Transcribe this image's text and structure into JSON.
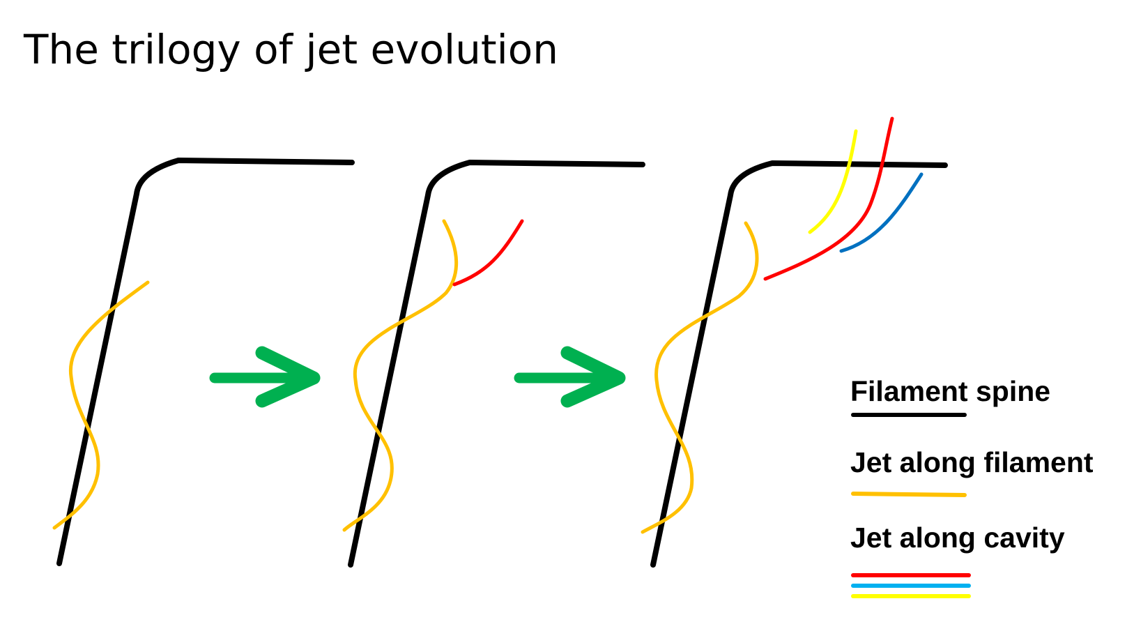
{
  "title": "The trilogy of jet evolution",
  "colors": {
    "filament_spine": "#000000",
    "jet_along_filament": "#FFC000",
    "jet_cavity_red": "#FF0000",
    "jet_cavity_blue": "#0070C0",
    "jet_cavity_yellow": "#FFFF00",
    "arrow": "#00B050"
  },
  "panels": [
    {
      "stage": 1,
      "jets": [
        "jet-along-filament"
      ]
    },
    {
      "stage": 2,
      "jets": [
        "jet-along-filament",
        "jet-along-cavity-red"
      ]
    },
    {
      "stage": 3,
      "jets": [
        "jet-along-filament",
        "jet-along-cavity-red",
        "jet-along-cavity-blue",
        "jet-along-cavity-yellow"
      ]
    }
  ],
  "legend": {
    "filament_spine": "Filament spine",
    "jet_along_filament": "Jet along filament",
    "jet_along_cavity": "Jet along cavity"
  }
}
